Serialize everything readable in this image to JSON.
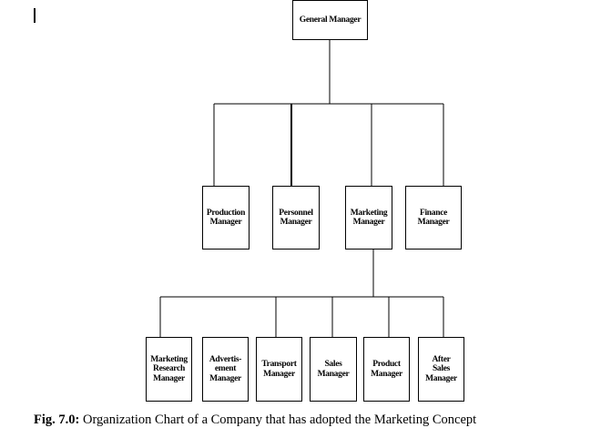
{
  "org_chart": {
    "root": {
      "label": "General Manager",
      "children": [
        {
          "label": "Production\nManager"
        },
        {
          "label": "Personnel\nManager"
        },
        {
          "label": "Marketing\nManager",
          "children": [
            {
              "label": "Marketing\nResearch\nManager"
            },
            {
              "label": "Advertis-\nement\nManager"
            },
            {
              "label": "Transport\nManager"
            },
            {
              "label": "Sales\nManager"
            },
            {
              "label": "Product\nManager"
            },
            {
              "label": "After\nSales\nManager"
            }
          ]
        },
        {
          "label": "Finance\nManager"
        }
      ]
    }
  },
  "caption": {
    "prefix": "Fig. 7.0:",
    "text": " Organization Chart of a Company that has adopted the Marketing Concept"
  }
}
